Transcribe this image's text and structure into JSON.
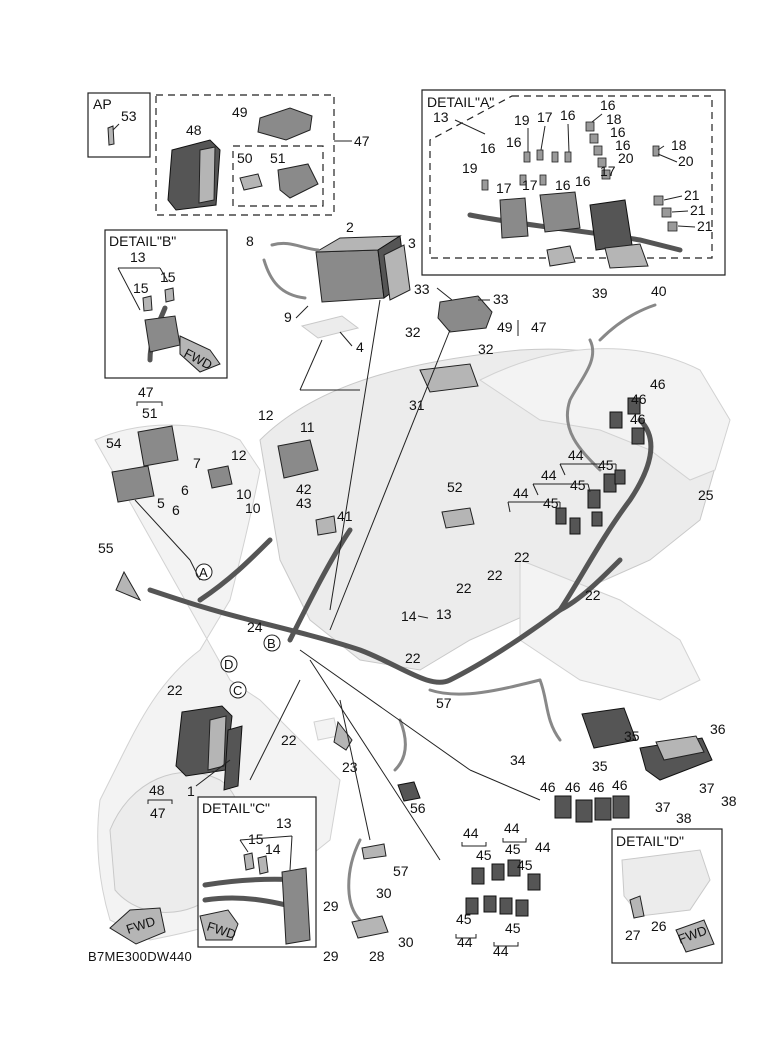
{
  "diagram_code": "B7ME300DW440",
  "detail_titles": {
    "a": "DETAIL\"A\"",
    "b": "DETAIL\"B\"",
    "c": "DETAIL\"C\"",
    "d": "DETAIL\"D\""
  },
  "ap_label": "AP",
  "fwd_label": "FWD",
  "callouts": {
    "a": "A",
    "b": "B",
    "c": "C",
    "d": "D"
  },
  "part_numbers": [
    "1",
    "2",
    "3",
    "4",
    "5",
    "6",
    "7",
    "8",
    "9",
    "10",
    "11",
    "12",
    "13",
    "14",
    "15",
    "16",
    "17",
    "18",
    "19",
    "20",
    "21",
    "22",
    "23",
    "24",
    "25",
    "26",
    "27",
    "28",
    "29",
    "30",
    "31",
    "32",
    "33",
    "34",
    "35",
    "36",
    "37",
    "38",
    "39",
    "40",
    "41",
    "42",
    "43",
    "44",
    "45",
    "46",
    "47",
    "48",
    "49",
    "50",
    "51",
    "52",
    "53",
    "54",
    "55",
    "56",
    "57"
  ]
}
